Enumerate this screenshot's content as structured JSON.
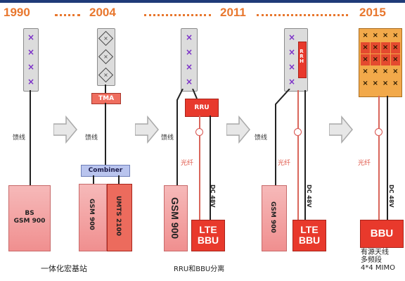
{
  "timeline": {
    "years": [
      "1990",
      "2004",
      "2011",
      "2015"
    ],
    "accent": "#e8772e"
  },
  "eras": [
    {
      "feeder_label": "馈线",
      "box_label_line1": "BS",
      "box_label_line2": "GSM 900",
      "caption": "一体化宏基站"
    },
    {
      "feeder_label": "馈线",
      "tma_label": "TMA",
      "combiner_label": "Combiner",
      "box_a_label": "GSM 900",
      "box_b_label": "UMTS 2100"
    },
    {
      "rru_label": "RRU",
      "feeder_label": "馈线",
      "fiber_label": "光纤",
      "power_label": "DC 48V",
      "gsm_label": "GSM 900",
      "bbu_label_line1": "LTE",
      "bbu_label_line2": "BBU",
      "caption": "RRU和BBU分离"
    },
    {
      "rrh_label": "RRH",
      "feeder_label": "馈线",
      "fiber_label": "光纤",
      "power_label": "DC 48V",
      "gsm_label": "GSM 900",
      "bbu_label_line1": "LTE",
      "bbu_label_line2": "BBU"
    },
    {
      "fiber_label": "光纤",
      "power_label": "DC 48V",
      "bbu_label": "BBU",
      "caption_line1": "有源天线",
      "caption_line2": "多频段",
      "caption_line3": "4*4 MIMO"
    }
  ],
  "icons": {
    "element_mark": "×",
    "flow_arrow": "right-arrow-icon"
  }
}
